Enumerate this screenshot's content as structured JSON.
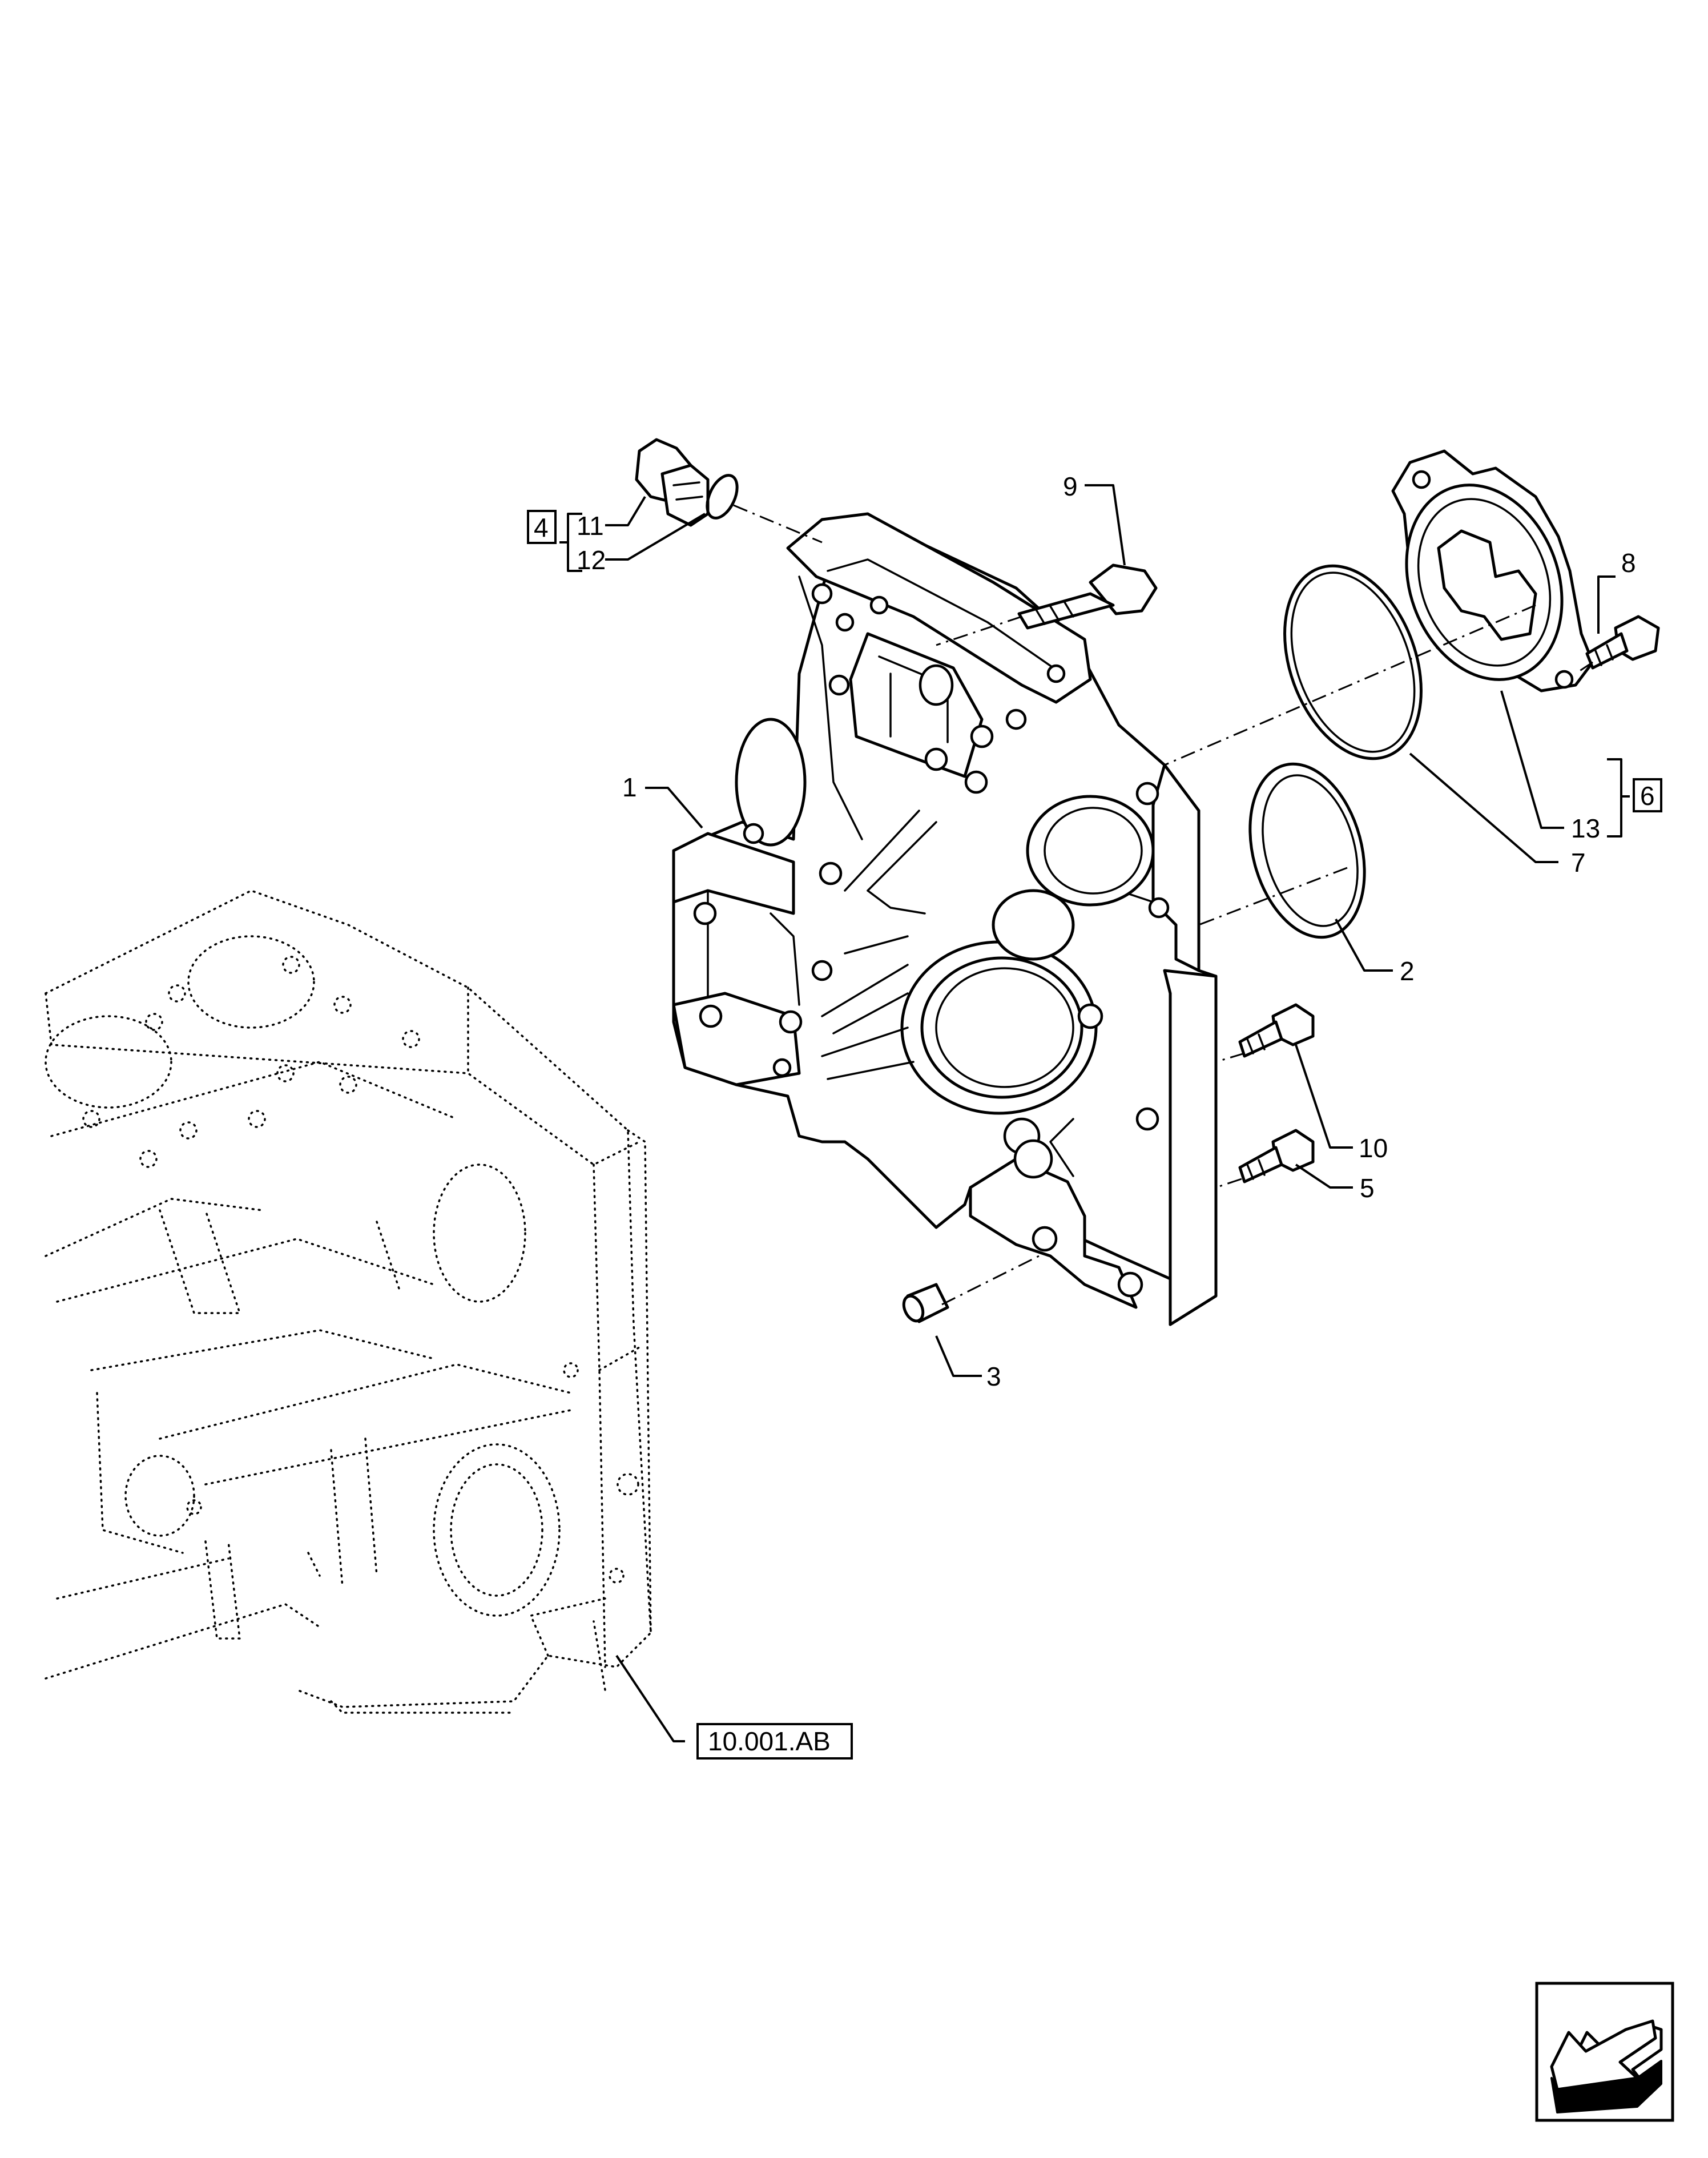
{
  "callouts": {
    "c1": "1",
    "c2": "2",
    "c3": "3",
    "c4": "4",
    "c5": "5",
    "c6": "6",
    "c7": "7",
    "c8": "8",
    "c9": "9",
    "c10": "10",
    "c11": "11",
    "c12": "12",
    "c13": "13"
  },
  "reference": {
    "label": "10.001.AB"
  },
  "icons": {
    "nav": "arrow-back-icon"
  }
}
